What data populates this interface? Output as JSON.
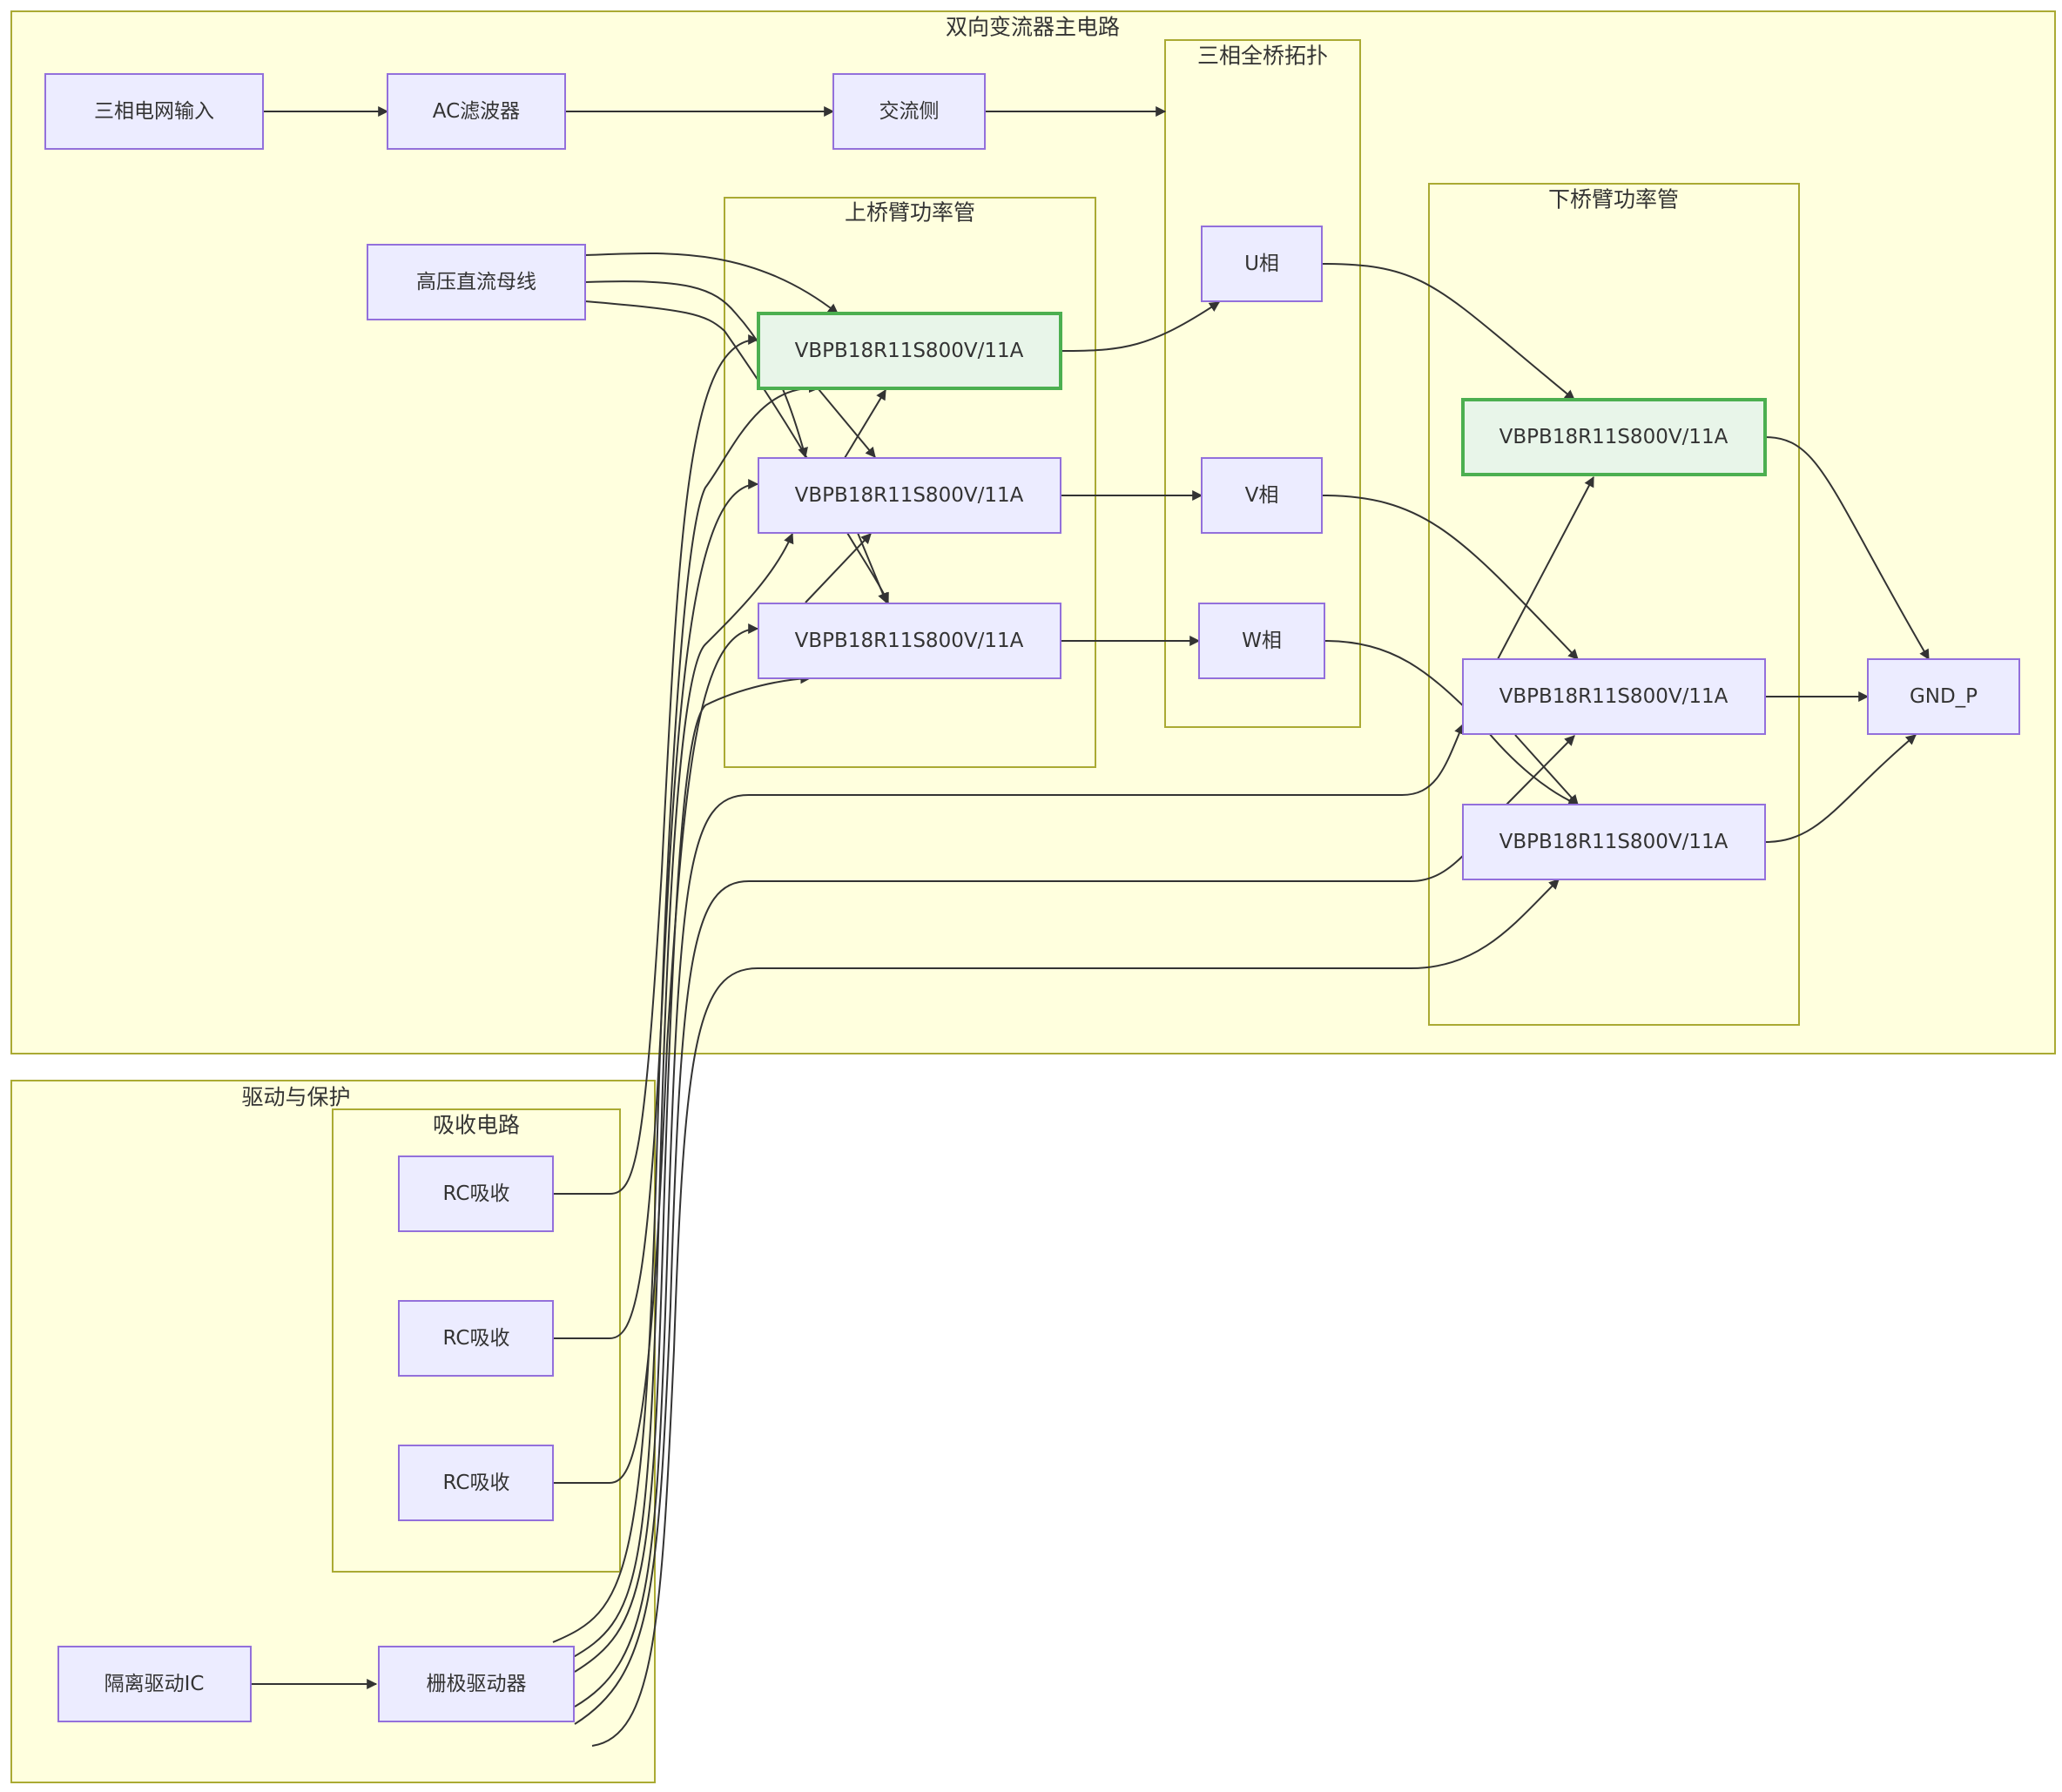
{
  "clusters": {
    "main_circuit": "双向变流器主电路",
    "three_phase_bridge": "三相全桥拓扑",
    "upper_arm": "上桥臂功率管",
    "lower_arm": "下桥臂功率管",
    "drive_protection": "驱动与保护",
    "snubber": "吸收电路"
  },
  "nodes": {
    "grid_input": "三相电网输入",
    "ac_filter": "AC滤波器",
    "ac_side": "交流侧",
    "dc_bus": "高压直流母线",
    "q_u1": "VBPB18R11S800V/11A",
    "q_u2": "VBPB18R11S800V/11A",
    "q_u3": "VBPB18R11S800V/11A",
    "phase_u": "U相",
    "phase_v": "V相",
    "phase_w": "W相",
    "q_l1": "VBPB18R11S800V/11A",
    "q_l2": "VBPB18R11S800V/11A",
    "q_l3": "VBPB18R11S800V/11A",
    "gnd": "GND_P",
    "rc1": "RC吸收",
    "rc2": "RC吸收",
    "rc3": "RC吸收",
    "iso_driver": "隔离驱动IC",
    "gate_driver": "栅极驱动器"
  },
  "colors": {
    "cluster_fill": "#ffffde",
    "cluster_stroke": "#aaaa33",
    "node_fill": "#ececff",
    "node_stroke": "#9370db",
    "highlight_fill": "#e8f5e9",
    "highlight_stroke": "#4caf50",
    "edge": "#333333"
  }
}
